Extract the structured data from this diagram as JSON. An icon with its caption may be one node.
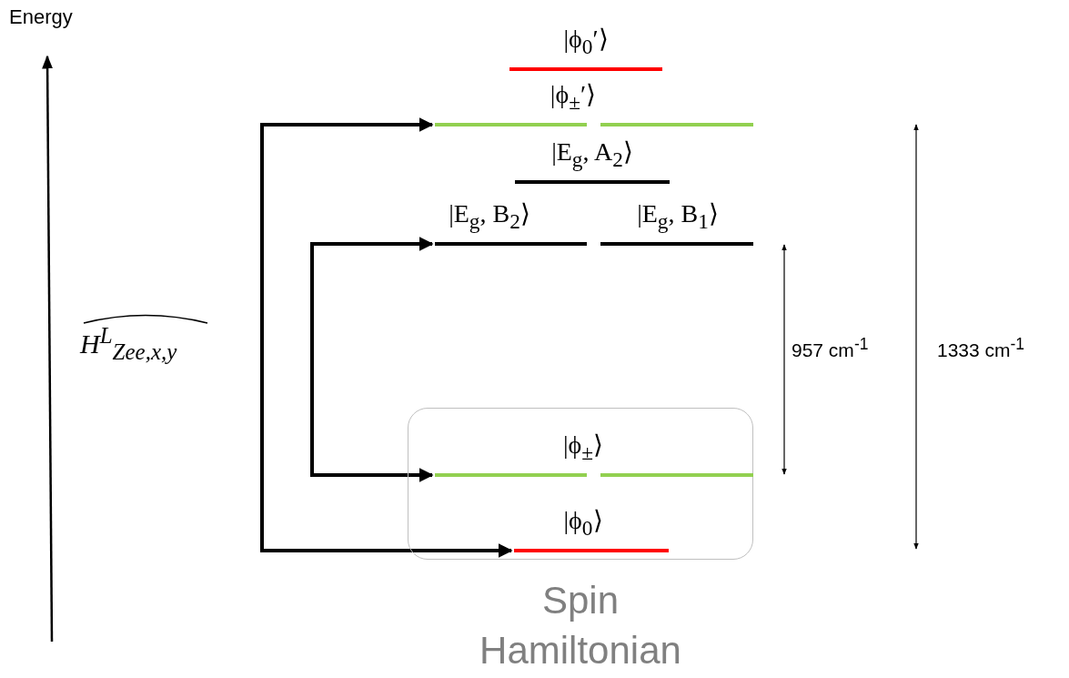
{
  "diagram": {
    "nodes": [
      {
        "text": [
          "|ϕ$_{0}$′⟩"
        ]
      },
      {
        "text": [
          "|ϕ$_{±}$′⟩"
        ]
      },
      {
        "text": [
          "|E$_{g}$, A$_{2}$⟩"
        ]
      },
      {
        "text": [
          "|E$_{g}$, B$_{2}$⟩"
        ]
      },
      {
        "text": [
          "|E$_{g}$, B$_{1}$⟩"
        ]
      },
      {
        "text": [
          "Spin Hamiltonian"
        ]
      },
      {
        "text": [
          "|ϕ$_{±}$⟩"
        ],
        "in": 5
      },
      {
        "text": [
          "|ϕ$_{0}$⟩"
        ],
        "in": 5
      }
    ],
    "edges": [
      {
        "from": 7,
        "to": 1,
        "arrow": "both"
      },
      {
        "from": 6,
        "to": 3,
        "arrow": "both"
      }
    ],
    "labels": [
      "Energy",
      "H$^{L}$$_{Zee,x,y}$",
      "957 cm$^{-1}$",
      "1333 cm$^{-1}$"
    ]
  }
}
